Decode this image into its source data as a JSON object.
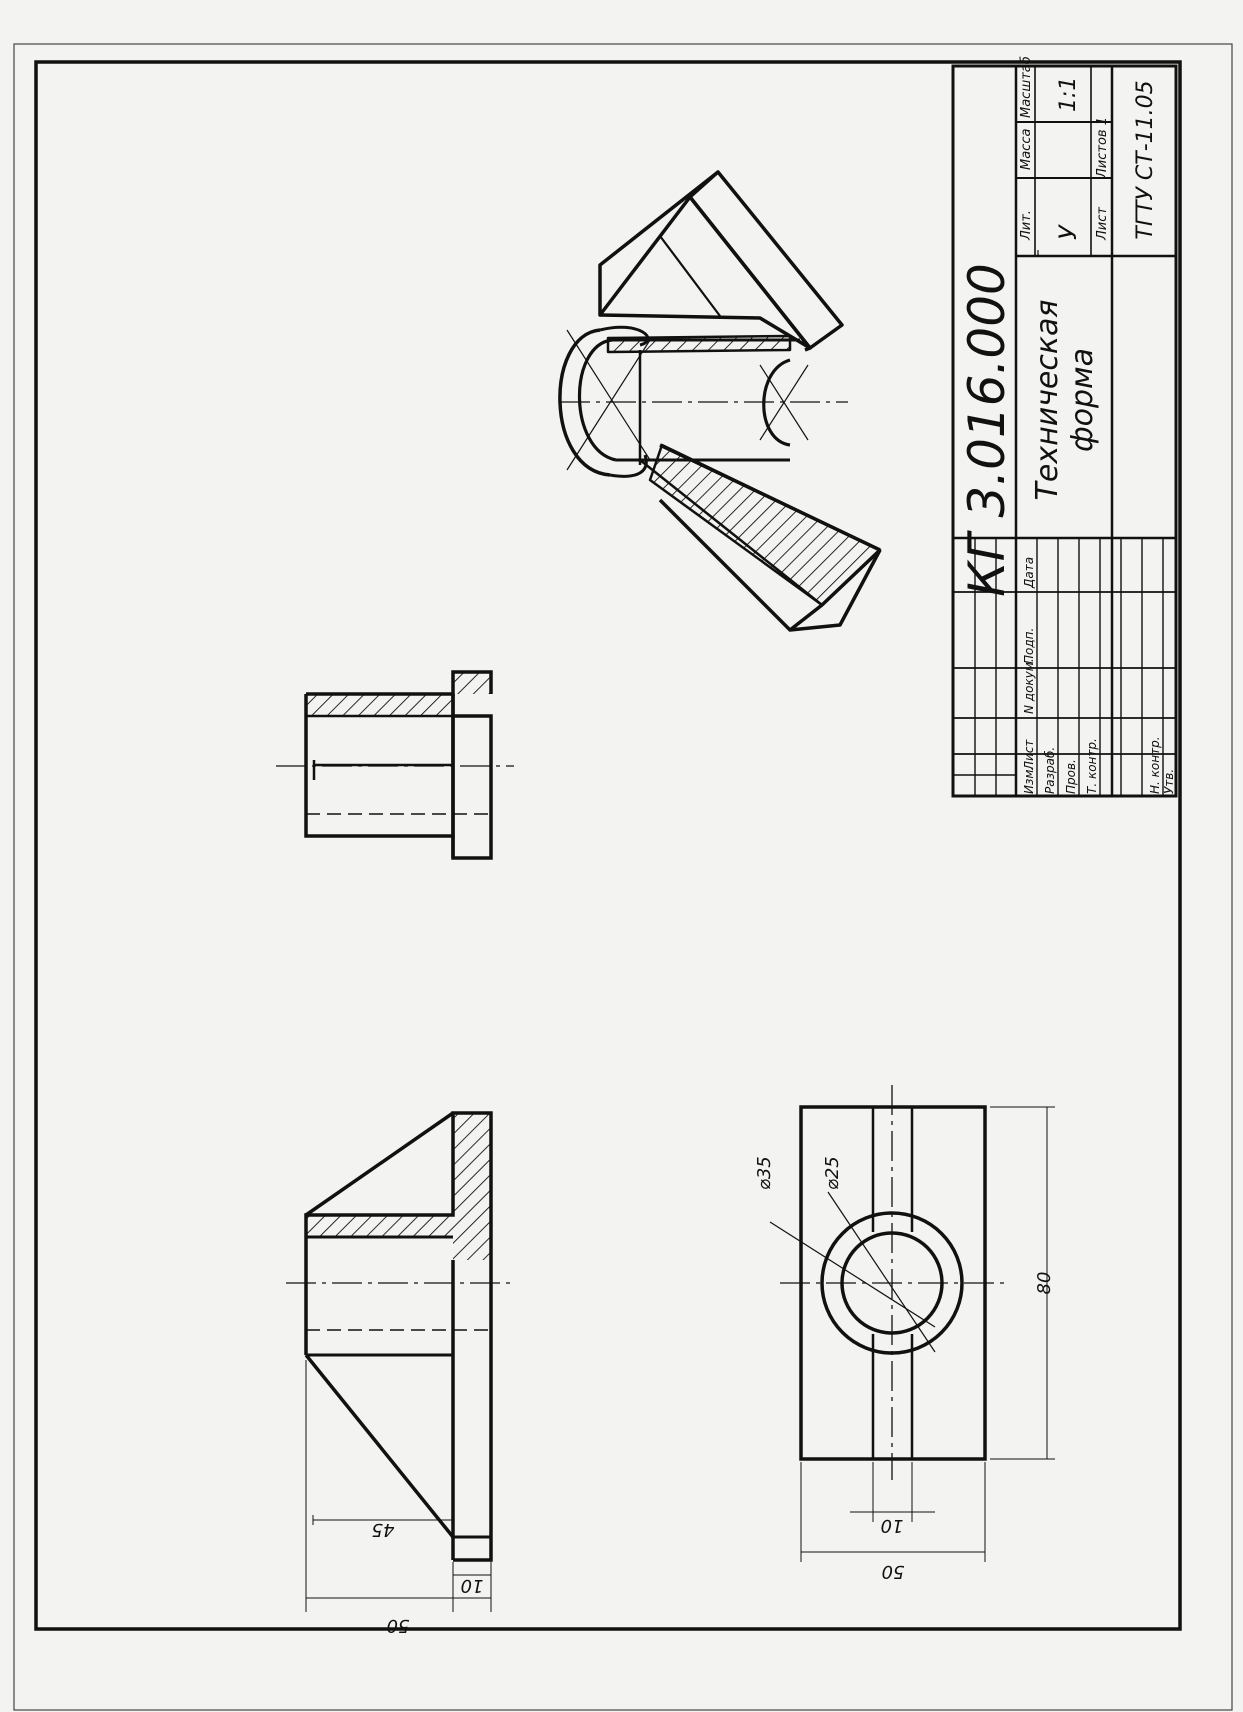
{
  "title_block": {
    "designation": "КГ 3.016.000",
    "name_line1": "Техническая",
    "name_line2": "форма",
    "organization": "ТГТУ СТ-11.05",
    "header": {
      "lit": "Лит.",
      "mass": "Масса",
      "scale": "Масштаб"
    },
    "lit_value": "У",
    "scale_value": "1:1",
    "sheet": "Лист",
    "sheets": "Листов  1",
    "columns": {
      "change": "Изм.",
      "list": "Лист",
      "doc": "N докум.",
      "sign": "Подп.",
      "date": "Дата"
    },
    "roles": {
      "developer": "Разраб.",
      "checker": "Пров.",
      "t_control": "Т. контр.",
      "n_control": "Н. контр.",
      "approved": "Утв."
    }
  },
  "dimensions": {
    "d_outer": "⌀35",
    "d_inner": "⌀25",
    "length": "80",
    "width": "50",
    "slot": "10",
    "height_total": "50",
    "height_inner": "45",
    "rib": "10"
  },
  "colors": {
    "ink": "#111111",
    "paper": "#f3f3f1"
  }
}
